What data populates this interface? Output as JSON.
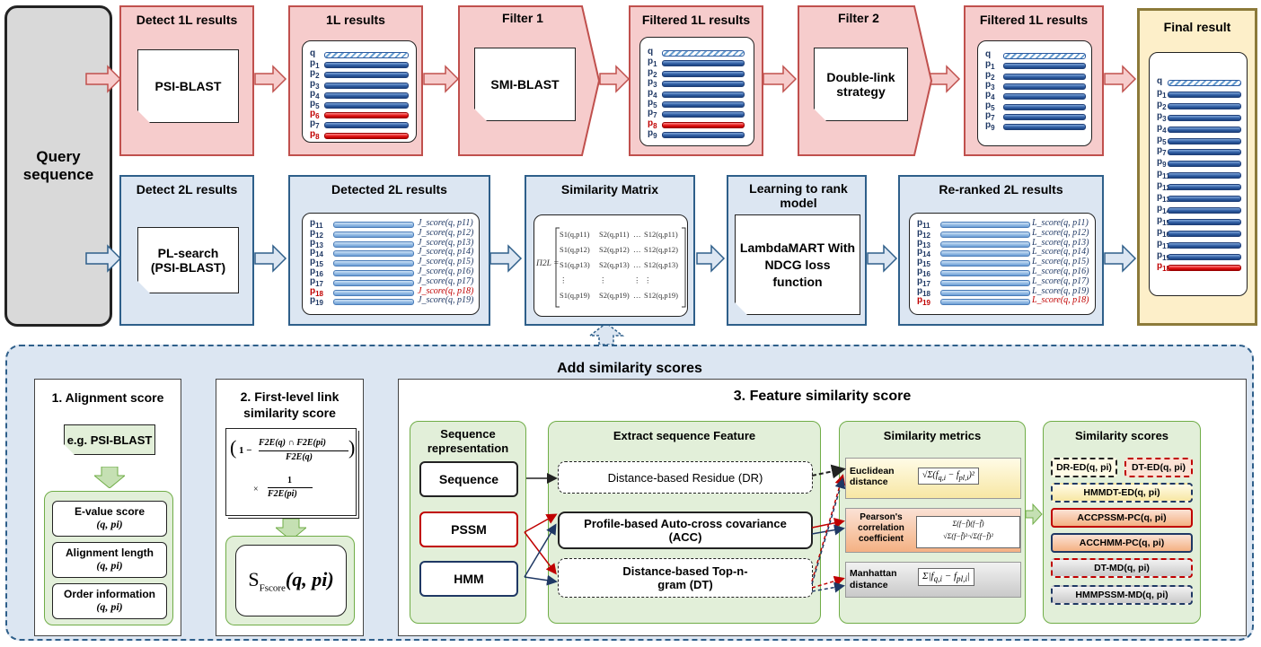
{
  "query": "Query sequence",
  "top_row": {
    "detect1l": {
      "title": "Detect 1L results",
      "tool": "PSI-BLAST"
    },
    "results1l": {
      "title": "1L results",
      "q": "q",
      "items": [
        "p1",
        "p2",
        "p3",
        "p4",
        "p5",
        "p6",
        "p7",
        "p8"
      ],
      "red": [
        "p6",
        "p8"
      ]
    },
    "filter1": {
      "title": "Filter 1",
      "tool": "SMI-BLAST"
    },
    "filtered1": {
      "title": "Filtered 1L results",
      "q": "q",
      "items": [
        "p1",
        "p2",
        "p3",
        "p4",
        "p5",
        "p7",
        "p8",
        "p9"
      ],
      "red": [
        "p8"
      ]
    },
    "filter2": {
      "title": "Filter 2",
      "tool": "Double-link strategy"
    },
    "filtered2": {
      "title": "Filtered 1L results",
      "q": "q",
      "items": [
        "p1",
        "p2",
        "p3",
        "p4",
        "p5",
        "p7",
        "p9"
      ]
    },
    "final": {
      "title": "Final result",
      "q": "q",
      "items": [
        "p1",
        "p2",
        "p3",
        "p4",
        "p5",
        "p7",
        "p9",
        "p11",
        "p12",
        "p13",
        "p14",
        "p15",
        "p16",
        "p17",
        "p19",
        "p18"
      ],
      "red": [
        "p18"
      ]
    }
  },
  "bottom_row": {
    "detect2l": {
      "title": "Detect 2L  results",
      "tool": "PL-search (PSI-BLAST)"
    },
    "detected2l": {
      "title": "Detected 2L results",
      "rows": [
        [
          "p11",
          "J_score(q, p11)"
        ],
        [
          "p12",
          "J_score(q, p12)"
        ],
        [
          "p13",
          "J_score(q, p13)"
        ],
        [
          "p14",
          "J_score(q, p14)"
        ],
        [
          "p15",
          "J_score(q, p15)"
        ],
        [
          "p16",
          "J_score(q, p16)"
        ],
        [
          "p17",
          "J_score(q, p17)"
        ],
        [
          "p18",
          "J_score(q, p18)"
        ],
        [
          "p19",
          "J_score(q, p19)"
        ]
      ],
      "red": [
        "p18"
      ]
    },
    "simmatrix": {
      "title": "Similarity Matrix",
      "label": "Π2L =",
      "rows": [
        [
          "S1(q,p11)",
          "S2(q,p11)",
          "…",
          "S12(q,p11)"
        ],
        [
          "S1(q,p12)",
          "S2(q,p12)",
          "…",
          "S12(q,p12)"
        ],
        [
          "S1(q,p13)",
          "S2(q,p13)",
          "…",
          "S12(q,p13)"
        ],
        [
          "⋮",
          "⋮",
          "⋮",
          "⋮"
        ],
        [
          "S1(q,p19)",
          "S2(q,p19)",
          "…",
          "S12(q,p19)"
        ]
      ]
    },
    "ltr": {
      "title": "Learning to rank model",
      "tool": "LambdaMART With NDCG loss function"
    },
    "reranked": {
      "title": "Re-ranked 2L results",
      "rows": [
        [
          "p11",
          "L_score(q, p11)"
        ],
        [
          "p12",
          "L_score(q, p12)"
        ],
        [
          "p13",
          "L_score(q, p13)"
        ],
        [
          "p14",
          "L_score(q, p14)"
        ],
        [
          "p15",
          "L_score(q, p15)"
        ],
        [
          "p16",
          "L_score(q, p16)"
        ],
        [
          "p17",
          "L_score(q, p17)"
        ],
        [
          "p18",
          "L_score(q, p19)"
        ],
        [
          "p19",
          "L_score(q, p18)"
        ]
      ],
      "red": [
        "p19"
      ]
    }
  },
  "bottom_section": {
    "title": "Add similarity scores",
    "alignment": {
      "title": "1. Alignment score",
      "tool": "e.g. PSI-BLAST",
      "items": [
        {
          "name": "E-value score",
          "arg": "(q, pi)"
        },
        {
          "name": "Alignment length",
          "arg": "(q, pi)"
        },
        {
          "name": "Order information",
          "arg": "(q, pi)"
        }
      ]
    },
    "firstlevel": {
      "title": "2. First-level link similarity score",
      "formula_num": "F2E(q) ∩ F2E(pi)",
      "formula_den": "F2E(q)",
      "formula_one": "1 −",
      "formula_times": "× ",
      "formula_den2": "F2E(pi)",
      "formula_one2": "1",
      "score": "S",
      "score_sub": "Fscore",
      "score_arg": "(q, pi)"
    },
    "feature": {
      "title": "3. Feature similarity score",
      "seqrep": {
        "title": "Sequence representation",
        "items": [
          "Sequence",
          "PSSM",
          "HMM"
        ]
      },
      "extract": {
        "title": "Extract sequence Feature",
        "items": [
          "Distance-based Residue (DR)",
          "Profile-based Auto-cross covariance (ACC)",
          "Distance-based Top-n-gram (DT)"
        ]
      },
      "metrics": {
        "title": "Similarity metrics",
        "items": [
          "Euclidean distance",
          "Pearson's correlation coefficient",
          "Manhattan distance"
        ]
      },
      "scores": {
        "title": "Similarity scores",
        "items": [
          "DR-ED(q, pi)",
          "DT-ED(q, pi)",
          "HMMDT-ED(q, pi)",
          "ACCPSSM-PC(q, pi)",
          "ACCHMM-PC(q, pi)",
          "DT-MD(q, pi)",
          "HMMPSSM-MD(q, pi)"
        ]
      }
    }
  },
  "colors": {
    "pink": "#f6cccc",
    "blue": "#dce6f2",
    "green": "#e2efd9",
    "final": "#fdefc9",
    "red": "#c00000",
    "navy": "#1f3864"
  }
}
